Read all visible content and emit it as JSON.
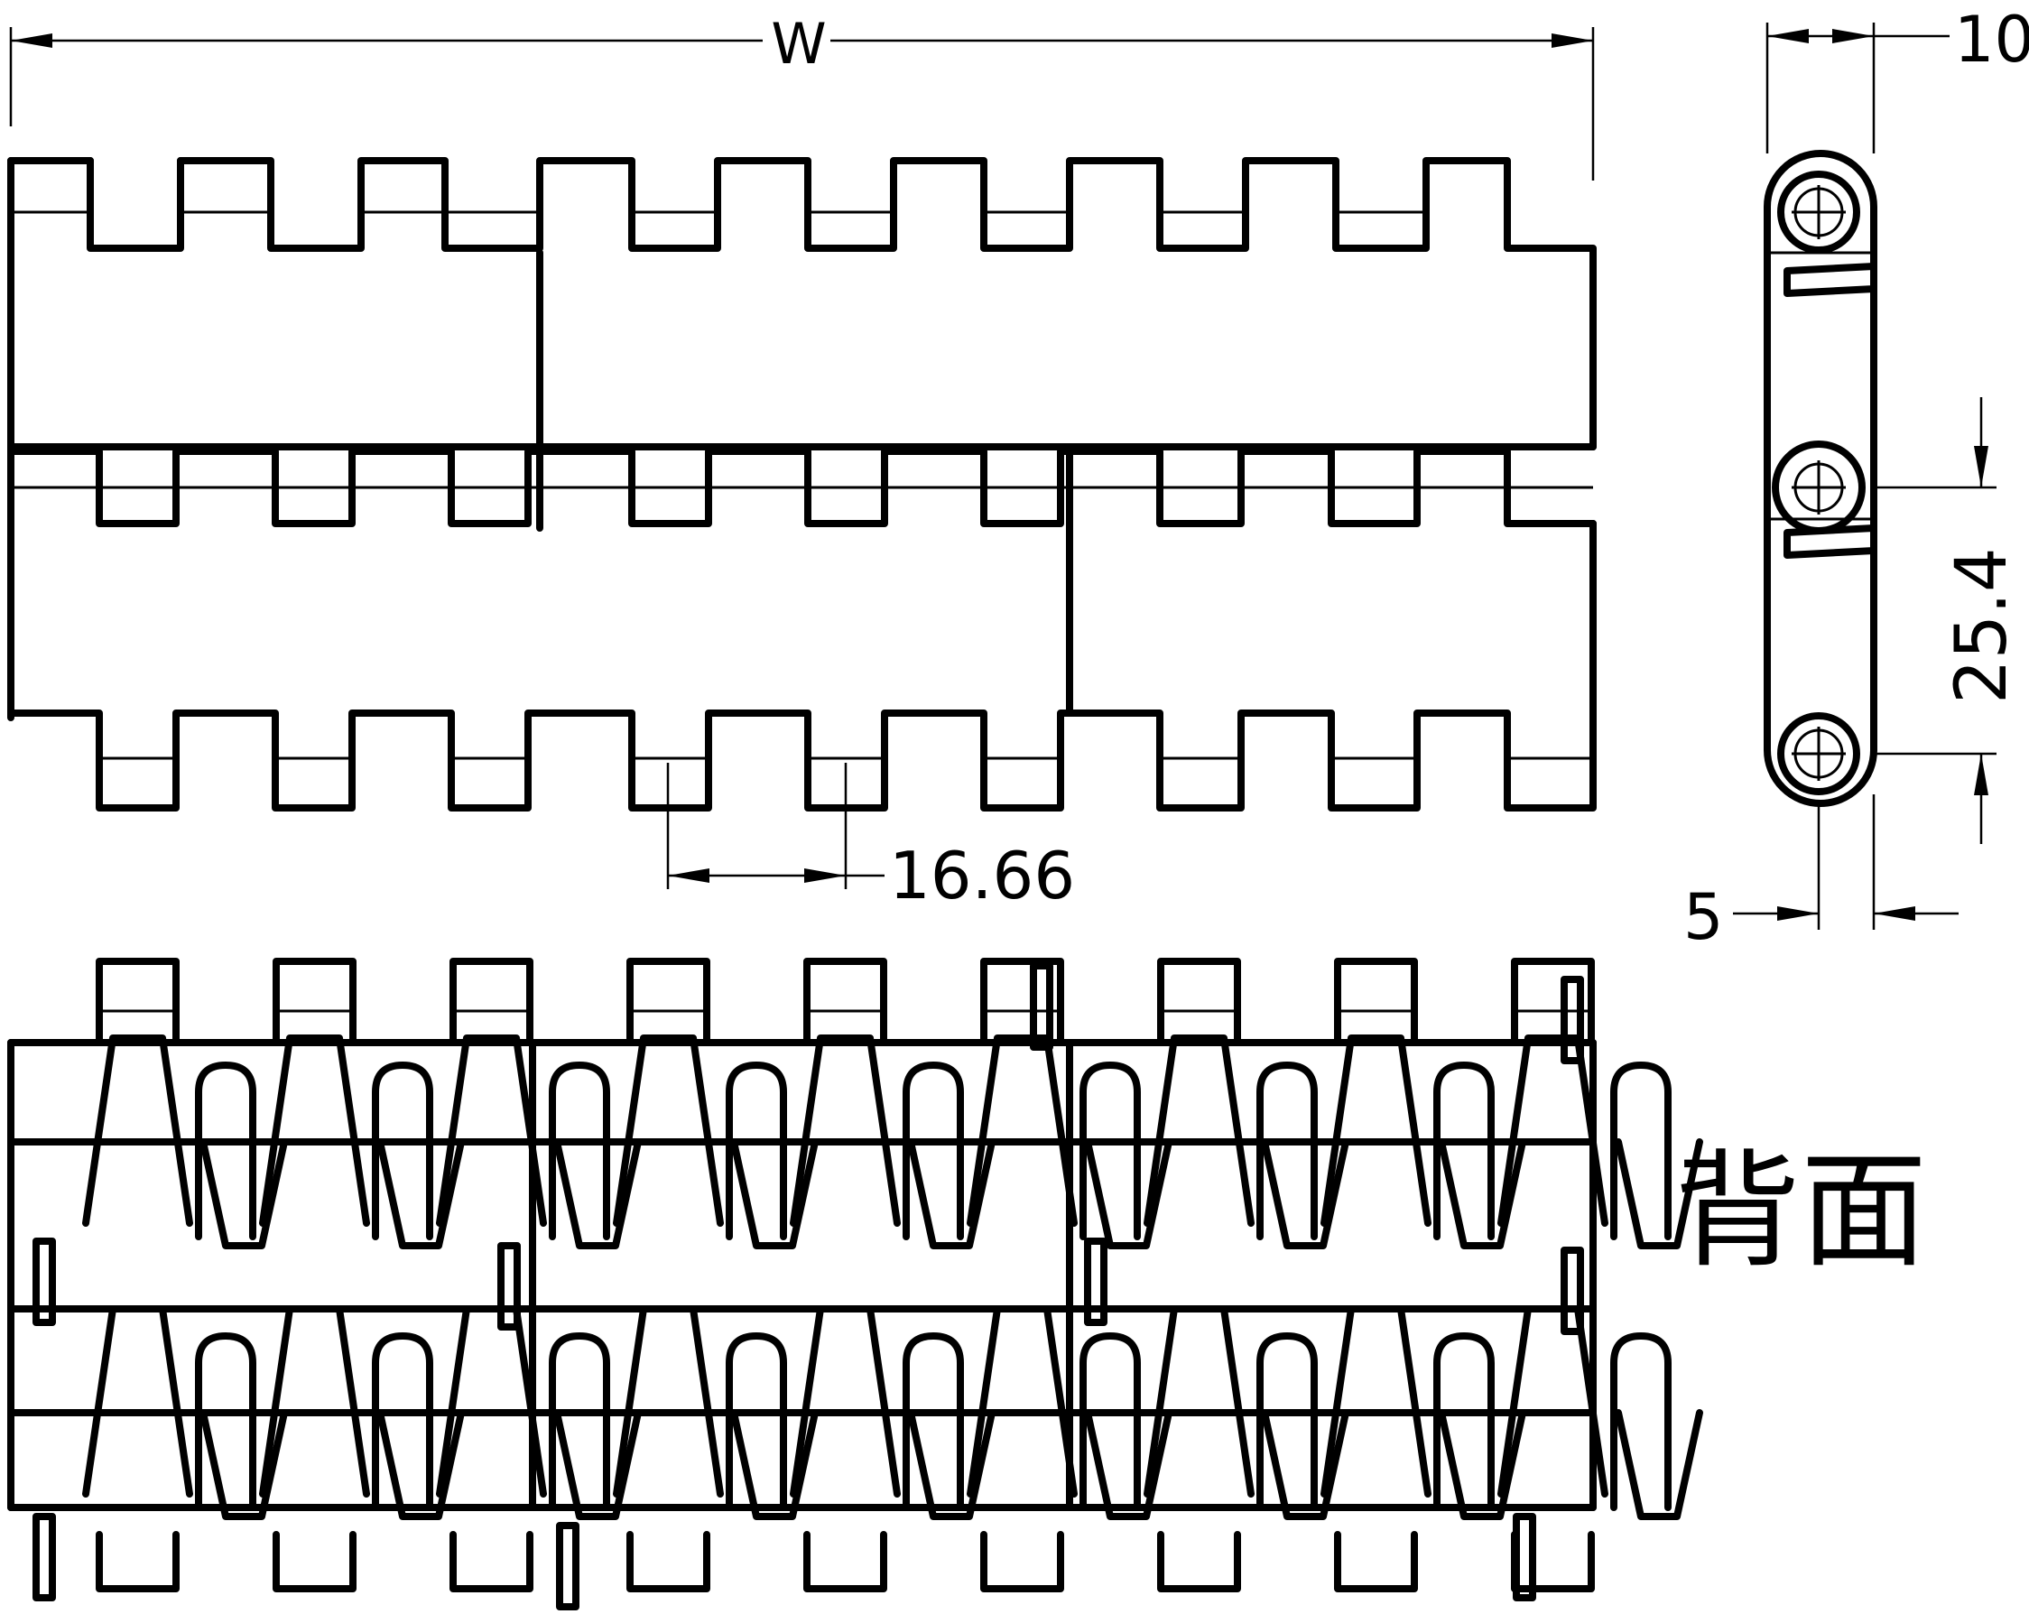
{
  "top_view": {
    "width_label": "W",
    "pitch_label": "16.66"
  },
  "side_view": {
    "thickness_label": "10",
    "pitch_label": "25.4",
    "offset_label": "5"
  },
  "bottom_view": {
    "caption": "背面"
  }
}
